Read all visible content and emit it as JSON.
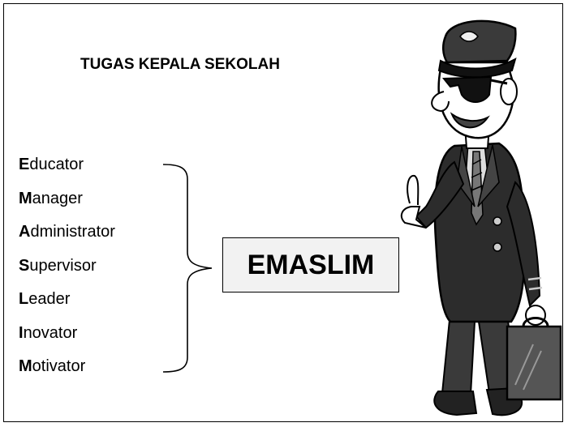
{
  "title": "TUGAS KEPALA SEKOLAH",
  "roles": [
    {
      "initial": "E",
      "rest": "ducator"
    },
    {
      "initial": "M",
      "rest": "anager"
    },
    {
      "initial": "A",
      "rest": "dministrator"
    },
    {
      "initial": "S",
      "rest": "upervisor"
    },
    {
      "initial": "L",
      "rest": "eader"
    },
    {
      "initial": "I",
      "rest": "novator"
    },
    {
      "initial": "M",
      "rest": "otivator"
    }
  ],
  "acronym": "EMASLIM",
  "colors": {
    "line": "#000000",
    "box_fill": "#f2f2f2",
    "background": "#ffffff"
  }
}
